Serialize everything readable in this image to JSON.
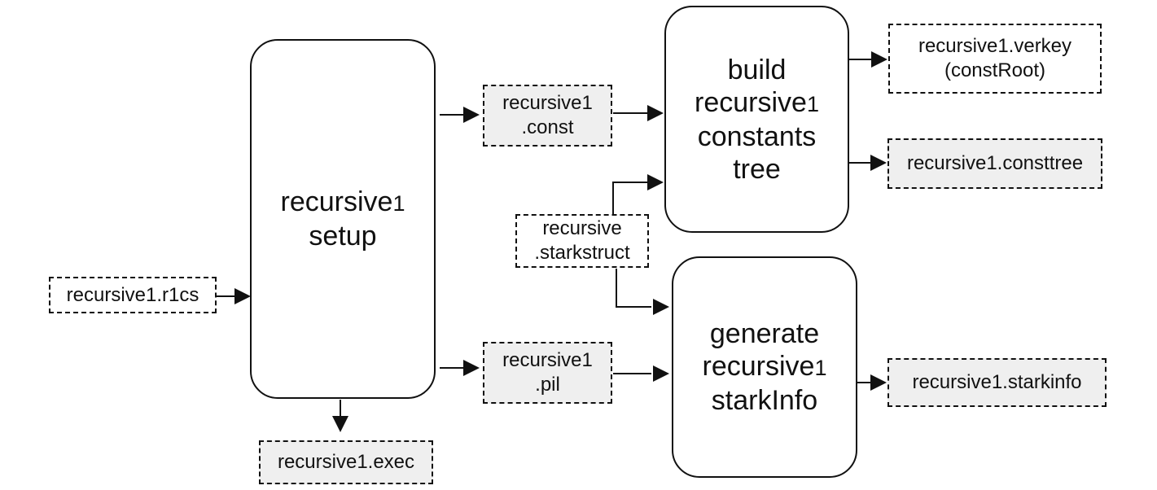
{
  "nodes": {
    "r1cs": {
      "lines": [
        "recursive1.r1cs"
      ]
    },
    "setup": {
      "line1_main": "recursive",
      "line1_sub": "1",
      "line2": "setup"
    },
    "exec": {
      "lines": [
        "recursive1.exec"
      ]
    },
    "const": {
      "lines": [
        "recursive1",
        ".const"
      ]
    },
    "pil": {
      "lines": [
        "recursive1",
        ".pil"
      ]
    },
    "starkstruct": {
      "lines": [
        "recursive",
        ".starkstruct"
      ]
    },
    "build": {
      "line1": "build",
      "line2_main": "recursive",
      "line2_sub": "1",
      "line3": "constants",
      "line4": "tree"
    },
    "generate": {
      "line1": "generate",
      "line2_main": "recursive",
      "line2_sub": "1",
      "line3": "starkInfo"
    },
    "verkey": {
      "lines": [
        "recursive1.verkey",
        "(constRoot)"
      ]
    },
    "consttree": {
      "lines": [
        "recursive1.consttree"
      ]
    },
    "starkinfo": {
      "lines": [
        "recursive1.starkinfo"
      ]
    }
  },
  "colors": {
    "stroke": "#111111",
    "shaded_fill": "#efefef",
    "background": "#ffffff"
  }
}
